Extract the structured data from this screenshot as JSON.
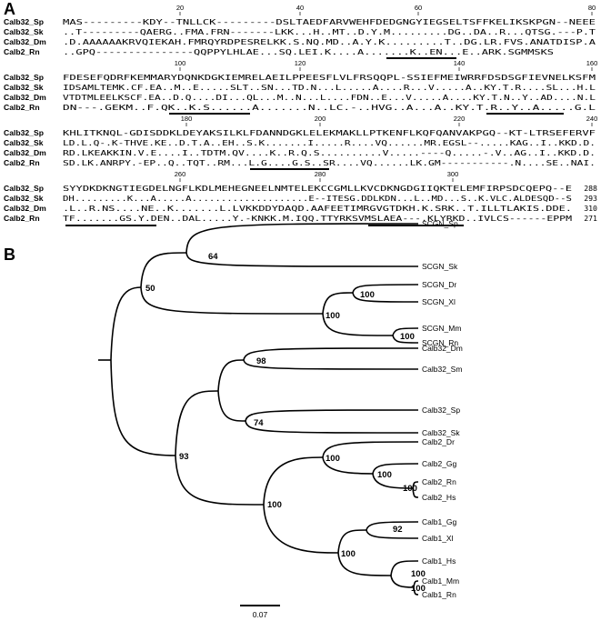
{
  "panel_a": {
    "letter": "A",
    "blocks": [
      {
        "ruler": [
          "20",
          "40",
          "60",
          "80"
        ],
        "rows": [
          {
            "name": "Calb32_Sp",
            "seq": "MAS---------KDY--TNLLCK---------DSLTAEDFARVWEHFDEDGNGYIEGSELTSFFKELIKSKPGN--NEEE",
            "end": ""
          },
          {
            "name": "Calb32_Sk",
            "seq": "..T---------QAERG..FMA.FRN-------LKK...H..MT..D.Y.M.........DG..DA..R...QTSG.---P.T",
            "end": ""
          },
          {
            "name": "Calb32_Dm",
            "seq": ".D.AAAAAAKRVQIEKAH.FMRQYRDPESRELKK.S.NQ.MD..A.Y.K.........T..DG.LR.FVS.ANATDISP.A",
            "end": ""
          },
          {
            "name": "Calb2_Rn",
            "seq": "..GPQ---------------QQPPYLHLAE...SQ.LEI.K....A.......K..EN...E..ARK.SGMMSKS",
            "end": ""
          }
        ]
      },
      {
        "ruler": [
          "100",
          "120",
          "140",
          "160"
        ],
        "rows": [
          {
            "name": "Calb32_Sp",
            "seq": "FDESEFQDRFKEMMARYDQNKDGKIEMRELAEILPPEESFLVLFRSQQPL-SSIEFMEIWRRFDSDSGFIEVNELKSFM",
            "end": ""
          },
          {
            "name": "Calb32_Sk",
            "seq": "IDSAMLTEMK.CF.EA..M..E.....SLT..SN...TD.N...L.....A....R...V.....A..KY.T.R....SL...H.L",
            "end": ""
          },
          {
            "name": "Calb32_Dm",
            "seq": "VTDTMLEELKSCF.EA..D.Q....DI...QL...M..N...L....FDN..E...V.....A....KY.T.N..Y..AD....N.L",
            "end": ""
          },
          {
            "name": "Calb2_Rn",
            "seq": "DN---.GEKM..F.QK..K.S......A.......N..LC.-..HVG..A...A..KY.T.R..Y..A.....G.L",
            "end": ""
          }
        ]
      },
      {
        "ruler": [
          "180",
          "200",
          "220",
          "240"
        ],
        "rows": [
          {
            "name": "Calb32_Sp",
            "seq": "KHLITKNQL-GDISDDKLDEYAKSILKLFDANNDGKLELEKMAKLLPTKENFLKQFQANVAKPGQ--KT-LTRSEFERVF",
            "end": ""
          },
          {
            "name": "Calb32_Sk",
            "seq": "LD.L.Q-.K-THVE.KE..D.T.A..EH..S.K.......I.....R....VQ......MR.EGSL--.....KAG..I..KKD.D.",
            "end": ""
          },
          {
            "name": "Calb32_Dm",
            "seq": "RD.LKEAKKIN.V.E....I..TDTM.QV....K..R.Q.S..........V.....----Q.....-.V..AG..I..KKD.D.",
            "end": ""
          },
          {
            "name": "Calb2_Rn",
            "seq": "SD.LK.ANRPY.-EP..Q..TQT..RM...L.G....G.S..SR....VQ......LK.GM-----------.N....SE..NAI.",
            "end": ""
          }
        ]
      },
      {
        "ruler": [
          "260",
          "280",
          "300"
        ],
        "rows": [
          {
            "name": "Calb32_Sp",
            "seq": "SYYDKDKNGTIEGDELNGFLKDLMEHEGNEELNMTELEKCCGMLLKVCDKNGDGIIQKTELEMFIRPSDCQEPQ--E",
            "end": "288"
          },
          {
            "name": "Calb32_Sk",
            "seq": "DH.........K...A.....A....................E--ITESG.DDLKDN...L..MD...S..K.VLC.ALDESQD--S",
            "end": "293"
          },
          {
            "name": "Calb32_Dm",
            "seq": ".L..R.NS....NE..K.......L.LVKKDDYDAQD.AAFEETIMRGVGTDKH.K.SRK..T.ILLTLAKIS.DDE.",
            "end": "310"
          },
          {
            "name": "Calb2_Rn",
            "seq": "TF.......GS.Y.DEN..DAL.....Y.-KNKK.M.IQQ.TTYRKSVMSLAEA---.KLYRKD..IVLCS------EPPM",
            "end": "271"
          }
        ]
      }
    ]
  },
  "panel_b": {
    "letter": "B",
    "leaves": [
      "SCGN_Sp",
      "SCGN_Sk",
      "SCGN_Dr",
      "SCGN_Xl",
      "SCGN_Mm",
      "SCGN_Rn",
      "Calb32_Dm",
      "Calb32_Sm",
      "Calb32_Sp",
      "Calb32_Sk",
      "Calb2_Dr",
      "Calb2_Gg",
      "Calb2_Rn",
      "Calb2_Hs",
      "Calb1_Gg",
      "Calb1_Xl",
      "Calb1_Hs",
      "Calb1_Mm",
      "Calb1_Rn"
    ],
    "bootstrap": [
      "64",
      "50",
      "100",
      "100",
      "100",
      "98",
      "74",
      "93",
      "100",
      "100",
      "100",
      "100",
      "92",
      "100",
      "100",
      "100"
    ],
    "scale_label": "0.07"
  }
}
